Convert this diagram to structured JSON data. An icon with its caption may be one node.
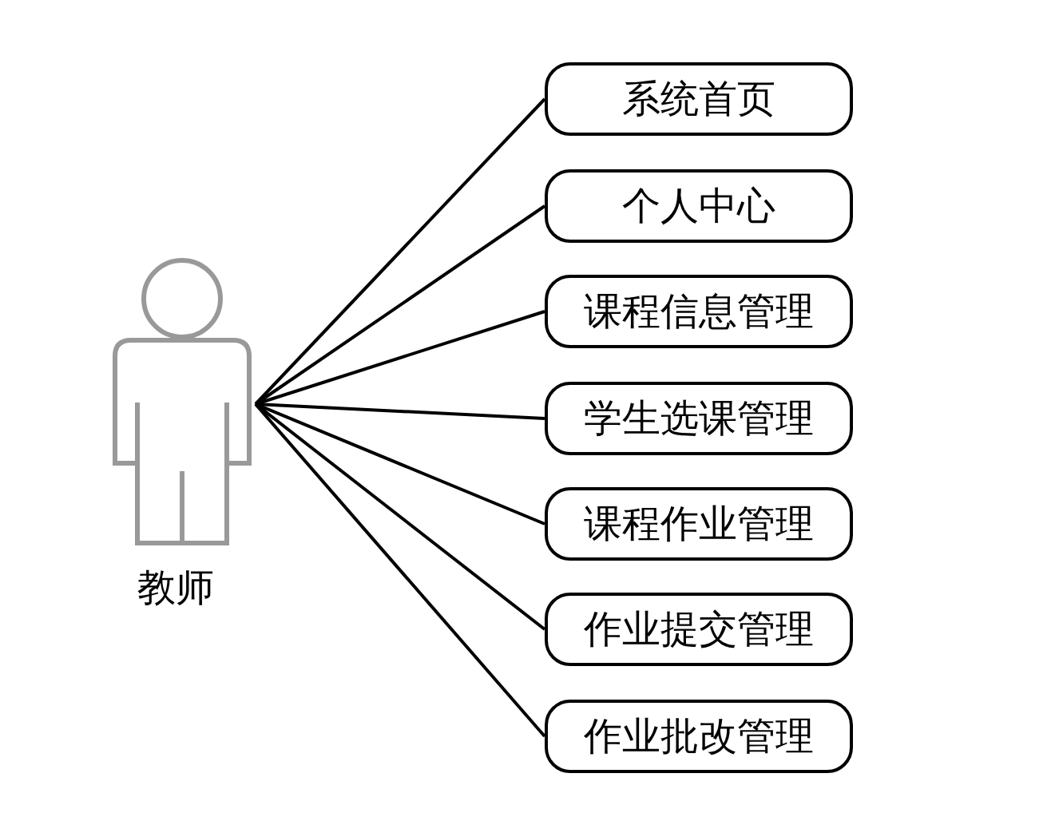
{
  "diagram": {
    "nodes": [
      {
        "text": [
          "教师"
        ]
      },
      {
        "text": [
          "系统首页"
        ]
      },
      {
        "text": [
          "个人中心"
        ]
      },
      {
        "text": [
          "课程信息管理"
        ]
      },
      {
        "text": [
          "学生选课管理"
        ]
      },
      {
        "text": [
          "课程作业管理"
        ]
      },
      {
        "text": [
          "作业提交管理"
        ]
      },
      {
        "text": [
          "作业批改管理"
        ]
      }
    ],
    "edges": [
      {
        "from": 0,
        "to": 1,
        "arrow": "none"
      },
      {
        "from": 0,
        "to": 2,
        "arrow": "none"
      },
      {
        "from": 0,
        "to": 3,
        "arrow": "none"
      },
      {
        "from": 0,
        "to": 4,
        "arrow": "none"
      },
      {
        "from": 0,
        "to": 5,
        "arrow": "none"
      },
      {
        "from": 0,
        "to": 6,
        "arrow": "none"
      },
      {
        "from": 0,
        "to": 7,
        "arrow": "none"
      }
    ]
  }
}
